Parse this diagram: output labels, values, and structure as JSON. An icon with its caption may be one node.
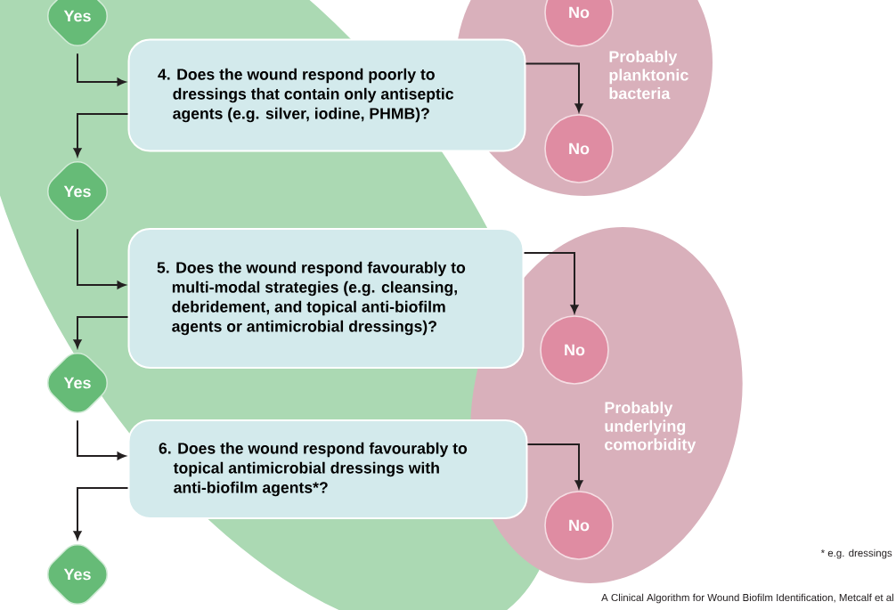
{
  "diagram": {
    "nodes": [
      {
        "text": [
          "Yes"
        ]
      },
      {
        "text": [
          "Probably planktonic bacteria"
        ]
      },
      {
        "text": [
          "No"
        ],
        "in": 1
      },
      {
        "text": [
          "4. Does the wound respond poorly to dressings that contain only antiseptic agents (e.g. silver, iodine, PHMB)?"
        ]
      },
      {
        "text": [
          "No"
        ],
        "in": 1
      },
      {
        "text": [
          "Yes"
        ]
      },
      {
        "text": [
          "5. Does the wound respond favourably to multi-modal strategies (e.g. cleansing, debridement, and topical anti-biofilm agents or antimicrobial dressings)?"
        ]
      },
      {
        "text": [
          "Probably underlying comorbidity"
        ]
      },
      {
        "text": [
          "No"
        ],
        "in": 7
      },
      {
        "text": [
          "Yes"
        ]
      },
      {
        "text": [
          "6. Does the wound respond favourably to topical antimicrobial dressings with anti-biofilm agents*?"
        ]
      },
      {
        "text": [
          "No"
        ],
        "in": 7
      },
      {
        "text": [
          "Yes"
        ]
      }
    ],
    "edges": [
      {
        "from": 0,
        "to": 3,
        "arrow": "to"
      },
      {
        "from": 3,
        "to": 4,
        "arrow": "to"
      },
      {
        "from": 3,
        "to": 5,
        "arrow": "to"
      },
      {
        "from": 5,
        "to": 6,
        "arrow": "to"
      },
      {
        "from": 6,
        "to": 8,
        "arrow": "to"
      },
      {
        "from": 6,
        "to": 9,
        "arrow": "to"
      },
      {
        "from": 9,
        "to": 10,
        "arrow": "to"
      },
      {
        "from": 10,
        "to": 11,
        "arrow": "to"
      },
      {
        "from": 10,
        "to": 12,
        "arrow": "to"
      }
    ],
    "labels": [
      "* e.g. dressings",
      "A Clinical Algorithm for Wound Biofilm Identification, Metcalf et al"
    ]
  }
}
